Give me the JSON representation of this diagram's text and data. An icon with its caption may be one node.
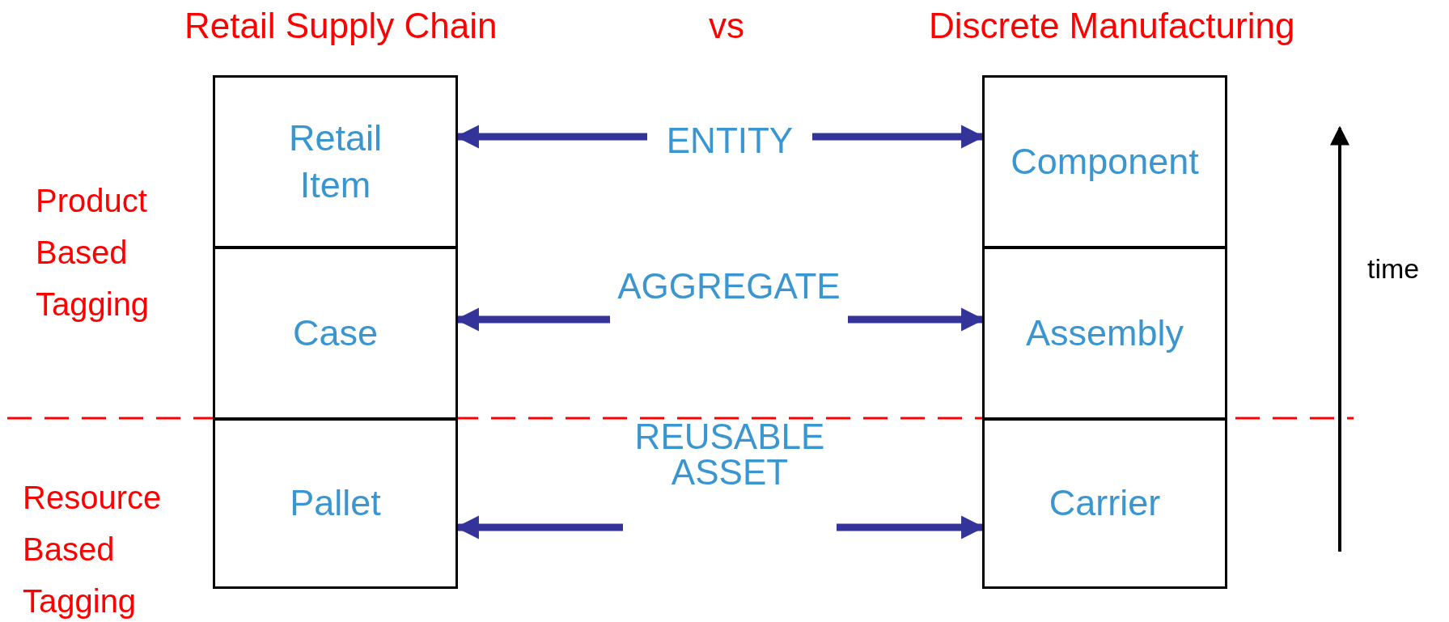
{
  "diagram": {
    "nodes": [
      {
        "text": [
          "Retail Item"
        ]
      },
      {
        "text": [
          "Case"
        ]
      },
      {
        "text": [
          "Pallet"
        ]
      },
      {
        "text": [
          "Component"
        ]
      },
      {
        "text": [
          "Assembly"
        ]
      },
      {
        "text": [
          "Carrier"
        ]
      },
      {
        "text": [
          "ENTITY"
        ]
      },
      {
        "text": [
          "AGGREGATE"
        ]
      },
      {
        "text": [
          "REUSABLE ASSET"
        ]
      }
    ],
    "edges": [
      {
        "from": 6,
        "to": 0,
        "arrow": "to"
      },
      {
        "from": 6,
        "to": 3,
        "arrow": "to"
      },
      {
        "from": 7,
        "to": 1,
        "arrow": "to"
      },
      {
        "from": 7,
        "to": 4,
        "arrow": "to"
      },
      {
        "from": 8,
        "to": 2,
        "arrow": "to"
      },
      {
        "from": 8,
        "to": 5,
        "arrow": "to"
      }
    ],
    "labels": [
      "Retail Supply Chain",
      "vs",
      "Discrete Manufacturing",
      "Product Based Tagging",
      "time",
      "Resource Based Tagging"
    ]
  }
}
